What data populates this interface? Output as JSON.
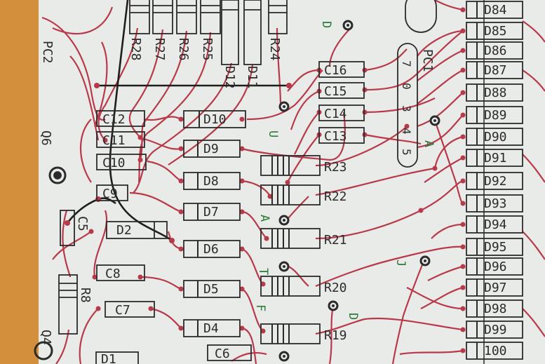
{
  "colors": {
    "paper": "#e9ebe8",
    "left_strip": "#d38f3b",
    "trace": "#b83a4a",
    "pad": "#b83a4a",
    "ink": "#2b2b2b",
    "annotation": "#2d7a3a"
  },
  "labels": {
    "pc2": "PC2",
    "q6": "Q6",
    "c5": "C5",
    "r8": "R8",
    "q4": "Q4",
    "c12": "C12",
    "c11": "C11",
    "c10": "C10",
    "c9": "C9",
    "c8": "C8",
    "c7": "C7",
    "c6": "C6",
    "d1": "D1",
    "d2": "D2",
    "d4": "D4",
    "d5": "D5",
    "d6": "D6",
    "d7": "D7",
    "d8": "D8",
    "d9": "D9",
    "d10": "D10",
    "d11": "D11",
    "d12": "D12",
    "r24": "R24",
    "r25": "R25",
    "r26": "R26",
    "r27": "R27",
    "r28": "R28",
    "r19": "R19",
    "r20": "R20",
    "r21": "R21",
    "r22": "R22",
    "r23": "R23",
    "c13": "C13",
    "c14": "C14",
    "c15": "C15",
    "c16": "C16",
    "pc1": "PC1",
    "pc1_pins": [
      "7",
      "0",
      "3",
      "4",
      "5"
    ],
    "d84": "D84",
    "d85": "D85",
    "d86": "D86",
    "d87": "D87",
    "d88": "D88",
    "d89": "D89",
    "d90": "D90",
    "d91": "D91",
    "d92": "D92",
    "d93": "D93",
    "d94": "D94",
    "d95": "D95",
    "d96": "D96",
    "d97": "D97",
    "d98": "D98",
    "d99": "D99",
    "d100": "100",
    "green_d_top": "D",
    "green_u": "U",
    "green_a_pc": "A",
    "green_a_mid": "A",
    "green_j": "J",
    "green_d_low": "D",
    "green_t1": "T",
    "green_t2": "F"
  }
}
